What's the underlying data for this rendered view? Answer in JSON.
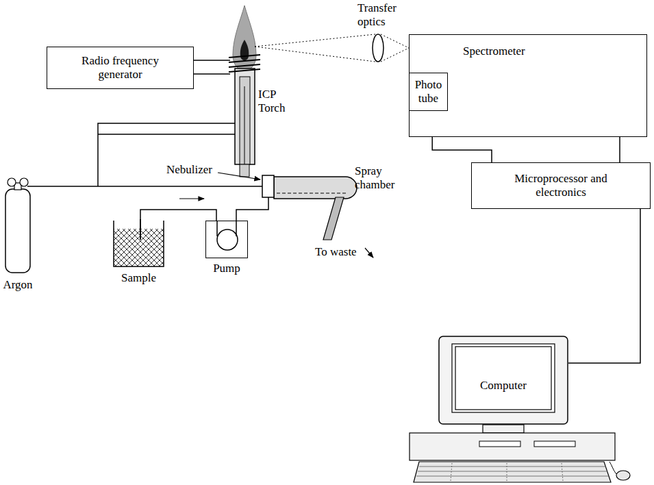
{
  "diagram": {
    "nodes": [
      {
        "text": [
          "Radio frequency generator"
        ]
      },
      {
        "text": [
          "Spectrometer"
        ]
      },
      {
        "text": [
          "Photo tube"
        ],
        "in": 1
      },
      {
        "text": [
          "Microprocessor and electronics"
        ]
      },
      {
        "text": [
          "Argon"
        ]
      },
      {
        "text": [
          "Sample"
        ]
      },
      {
        "text": [
          "Pump"
        ]
      },
      {
        "text": [
          "Computer"
        ]
      }
    ],
    "edges": [
      {
        "from": 2,
        "to": 3,
        "arrow": "none"
      },
      {
        "from": 1,
        "to": 3,
        "arrow": "none"
      },
      {
        "from": 3,
        "to": 7,
        "arrow": "none"
      },
      {
        "from": 5,
        "to": 6,
        "arrow": "none"
      }
    ],
    "labels": [
      "Transfer optics",
      "ICP Torch",
      "Nebulizer",
      "Spray chamber",
      "To waste"
    ]
  }
}
